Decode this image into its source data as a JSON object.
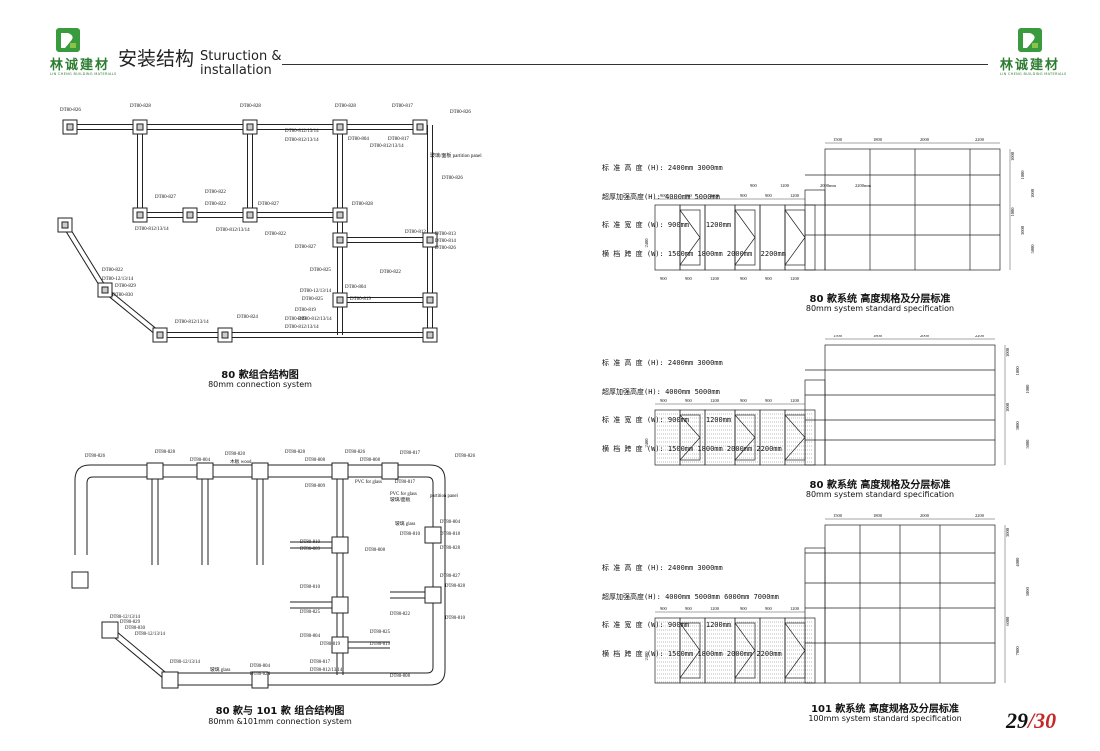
{
  "brand": {
    "name": "林诚建材",
    "tagline": "LIN CHENG BUILDING MATERIALS",
    "color": "#2e7d32"
  },
  "header": {
    "title_cn": "安装结构",
    "title_en_1": "Sturuction &",
    "title_en_2": "installation"
  },
  "diagrams": {
    "d80": {
      "caption_cn": "80 款组合结构图",
      "caption_en": "80mm connection system",
      "labels": [
        "DT80-826",
        "DT80-828",
        "DT80-828",
        "DT80-828",
        "DT80-817",
        "DT80-826",
        "DT80-812/13/14",
        "DT80-812/13/14",
        "DT80-804",
        "DT80-817",
        "DT80-812/13/14",
        "玻璃/面板 partition panel",
        "DT80-826",
        "DT80-827",
        "DT80-812/13/14",
        "DT80-822",
        "DT80-822",
        "DT80-828",
        "DT80-812/13/14",
        "DT80-822",
        "DT80-827",
        "DT80-827",
        "DT80-812",
        "DT80-813",
        "DT80-814",
        "DT80-826",
        "DT80-825",
        "DT80-822",
        "DT80-822",
        "DT80-12/13/14",
        "DT80-829",
        "DT80-830",
        "DT80-12/13/14",
        "DT80-804",
        "DT80-825",
        "DT80-819",
        "DT80-819",
        "DT80-812/13/14",
        "DT80-812/13/14",
        "DT80-824",
        "DT80-819",
        "DT80-812/13/14"
      ]
    },
    "d101": {
      "caption_cn": "80 款与 101 款 组合结构图",
      "caption_en": "80mm &101mm connection system",
      "labels": [
        "DT80-826",
        "DT80-828",
        "DT80-804",
        "DT80-820",
        "木板 wood",
        "DT80-828",
        "DT80-808",
        "DT80-826",
        "DT80-808",
        "DT80-817",
        "DT80-826",
        "DT80-809",
        "PVC for glass",
        "DT80-817",
        "PVC for glass",
        "玻璃/面板",
        "partition panel",
        "玻璃 glass",
        "DT80-804",
        "DT80-810",
        "DT80-818",
        "DT80-810",
        "DT80-809",
        "DT80-808",
        "DT80-828",
        "DT80-810",
        "DT80-827",
        "DT80-828",
        "DT80-825",
        "DT80-822",
        "DT80-810",
        "DT80-12/13/14",
        "DT80-829",
        "DT80-830",
        "DT80-12/13/14",
        "DT80-804",
        "DT80-825",
        "DT80-819",
        "DT80-819",
        "DT80-12/13/14",
        "玻璃 glass",
        "DT80-804",
        "DT80-824",
        "DT80-817",
        "DT80-812/13/14",
        "DT80-808"
      ]
    }
  },
  "specs": {
    "s1": {
      "lines": [
        "标 准 高 度 (H): 2400mm 3000mm",
        "超厚加强高度(H): 4000mm 5000mm",
        "标 准 宽 度 (W): 900mm    1200mm",
        "横 档 跨 度 (W): 1500mm 1800mm 2000mm  2200mm"
      ],
      "caption_cn": "80 款系统 高度规格及分层标准",
      "caption_en": "80mm system standard specification",
      "top_dims": [
        "1500",
        "1800",
        "2000",
        "2200"
      ],
      "mid_dims": [
        "900",
        "1200",
        "2000mm",
        "2200mm"
      ],
      "base_dims": [
        "900",
        "900",
        "1200",
        "900",
        "900",
        "1200"
      ],
      "bottom_dims": [
        "900",
        "900",
        "1200",
        "900",
        "900",
        "1200"
      ],
      "left_dim": "2400",
      "right_dims": [
        "1000",
        "1000",
        "1000",
        "1000",
        "3000",
        "5000"
      ]
    },
    "s2": {
      "lines": [
        "标 准 高 度 (H): 2400mm 3000mm",
        "超厚加强高度(H): 4000mm 5000mm",
        "标 准 宽 度 (W): 900mm    1200mm",
        "横 档 跨 度 (W): 1500mm 1800mm 2000mm 2200mm"
      ],
      "caption_cn": "80 款系统 高度规格及分层标准",
      "caption_en": "80mm system standard specification",
      "top_dims": [
        "1500",
        "1800",
        "2000",
        "2200"
      ],
      "base_dims": [
        "900",
        "900",
        "1200",
        "900",
        "900",
        "1200"
      ],
      "left_dim": "2400",
      "right_dims": [
        "1000",
        "1000",
        "1000",
        "1000",
        "3000",
        "5000"
      ]
    },
    "s3": {
      "lines": [
        "标 准 高 度 (H): 2400mm 3000mm",
        "超厚加强高度(H): 4000mm 5000mm 6000mm 7000mm",
        "标 准 宽 度 (W): 900mm    1200mm",
        "横 档 跨 度 (W): 1500mm 1800mm 2000mm 2200mm"
      ],
      "caption_cn": "101 款系统 高度规格及分层标准",
      "caption_en": "100mm system standard specification",
      "top_dims": [
        "1500",
        "1800",
        "2000",
        "2200"
      ],
      "base_dims": [
        "900",
        "900",
        "1200",
        "900",
        "900",
        "1200"
      ],
      "left_dim": "2400",
      "right_dims": [
        "3000",
        "4000",
        "5000",
        "6000",
        "7000"
      ]
    }
  },
  "page": {
    "current": "29",
    "total": "30"
  }
}
